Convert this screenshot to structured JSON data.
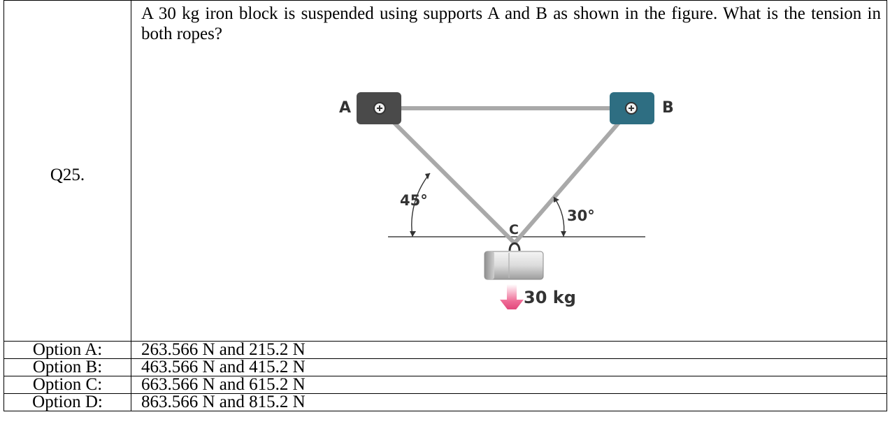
{
  "question": {
    "number": "Q25.",
    "text": "A 30 kg iron block is suspended using supports A and B as shown in the figure. What is the tension in both ropes?",
    "figure": {
      "support_a_label": "A",
      "support_b_label": "B",
      "junction_label": "C",
      "angle_left": "45°",
      "angle_right": "30°",
      "load_label": "30 kg",
      "colors": {
        "support_a": "#4a4a4a",
        "support_b": "#2e6e82",
        "rope": "#a9a9a9",
        "arrow": "#d9306a"
      }
    }
  },
  "options": [
    {
      "label": "Option A:",
      "text": "263.566 N and 215.2 N"
    },
    {
      "label": "Option B:",
      "text": "463.566 N and 415.2 N"
    },
    {
      "label": "Option C:",
      "text": "663.566 N and 615.2 N"
    },
    {
      "label": "Option D:",
      "text": "863.566 N and 815.2 N"
    }
  ]
}
